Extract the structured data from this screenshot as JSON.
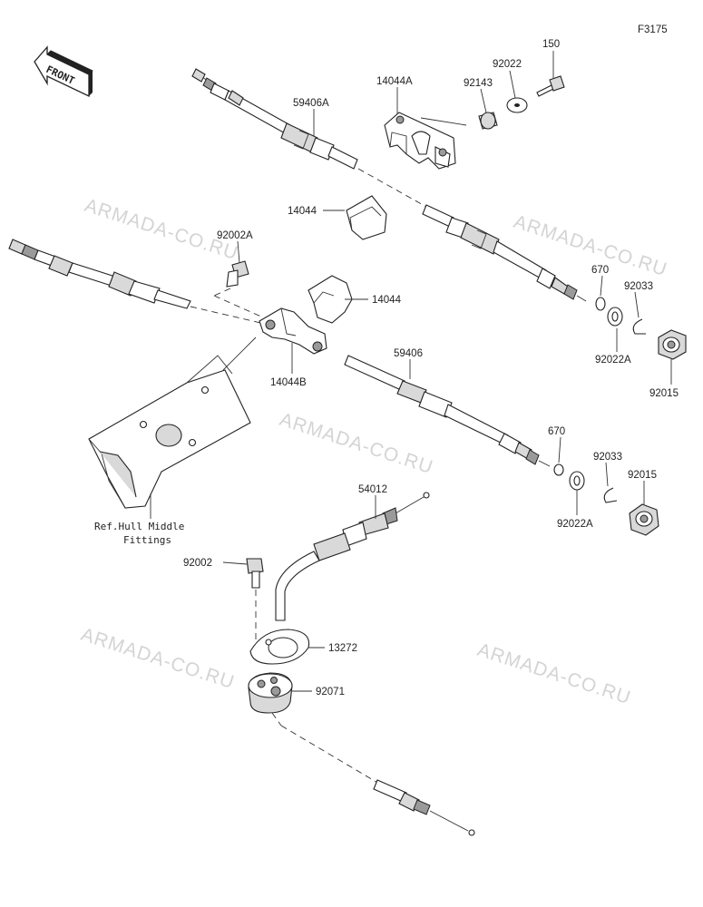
{
  "figure_code": "F3175",
  "front_label": "FRONT",
  "watermark": "ARMADA-CO.RU",
  "labels": {
    "p150": "150",
    "p92022": "92022",
    "p92143": "92143",
    "p14044A": "14044A",
    "p59406A": "59406A",
    "p14044_top": "14044",
    "p92002A": "92002A",
    "p14044_mid": "14044",
    "p670_top": "670",
    "p92033_top": "92033",
    "p92022A_top": "92022A",
    "p92015_top": "92015",
    "p14044B": "14044B",
    "p59406": "59406",
    "p670_bot": "670",
    "p92033_bot": "92033",
    "p92015_bot": "92015",
    "p92022A_bot": "92022A",
    "p54012": "54012",
    "p92002": "92002",
    "p13272": "13272",
    "p92071": "92071"
  },
  "ref_note": {
    "line1": "Ref.Hull Middle",
    "line2": "Fittings"
  }
}
